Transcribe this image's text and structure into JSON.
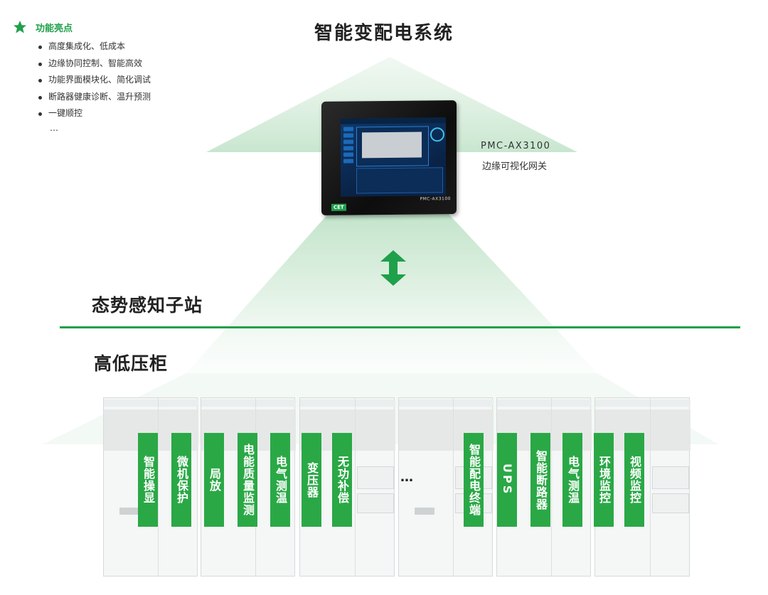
{
  "features": {
    "heading": "功能亮点",
    "items": [
      "高度集成化、低成本",
      "边缘协同控制、智能高效",
      "功能界面模块化、简化调试",
      "断路器健康诊断、温升预测",
      "一键顺控"
    ],
    "more": "…"
  },
  "system_title": "智能变配电系统",
  "device": {
    "model": "PMC-AX3100",
    "caption": "边缘可视化网关",
    "brand_print": "CET",
    "model_print": "PMC-AX3100"
  },
  "sections": {
    "substation": "态势感知子站",
    "cabinets": "高低压柜"
  },
  "modules": [
    "智能操显",
    "微机保护",
    "局放",
    "电能质量监测",
    "电气测温",
    "变压器",
    "无功补偿",
    "智能配电终端",
    "UPS",
    "智能断路器",
    "电气测温",
    "环境监控",
    "视频监控"
  ],
  "ellipsis": "…",
  "colors": {
    "accent": "#1fa04a",
    "label_bg": "#2aa846",
    "beam": "#cfe9d4"
  }
}
